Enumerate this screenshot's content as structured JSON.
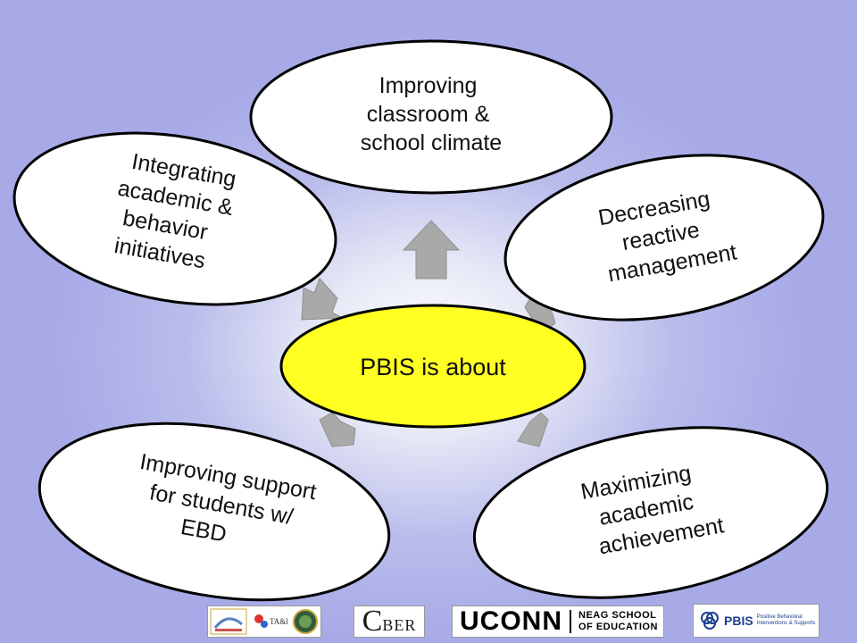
{
  "diagram": {
    "center": {
      "label": "PBIS is about",
      "fill": "#ffff22"
    },
    "outcomes": {
      "top": [
        "Improving",
        "classroom &",
        "school climate"
      ],
      "upper_left": [
        "Integrating",
        "academic &",
        "behavior",
        "initiatives"
      ],
      "upper_right": [
        "Decreasing",
        "reactive",
        "management"
      ],
      "lower_left": [
        "Improving support",
        "for students w/",
        "EBD"
      ],
      "lower_right": [
        "Maximizing",
        "academic",
        "achievement"
      ]
    },
    "arrow_color": "#a9a9a9"
  },
  "logos": {
    "idea_work": {
      "icon": "idea-work-logo"
    },
    "tad": {
      "icon": "ta-d-logo",
      "text": "TA&D"
    },
    "seal": {
      "icon": "department-seal-icon"
    },
    "cber": {
      "c": "C",
      "text": "BER"
    },
    "uconn": {
      "word": "UCONN",
      "sub_line1": "NEAG SCHOOL",
      "sub_line2": "OF EDUCATION"
    },
    "pbis": {
      "icon": "pbis-rings-icon",
      "word": "PBIS",
      "sub_line1": "Positive Behavioral",
      "sub_line2": "Interventions & Supports"
    }
  }
}
